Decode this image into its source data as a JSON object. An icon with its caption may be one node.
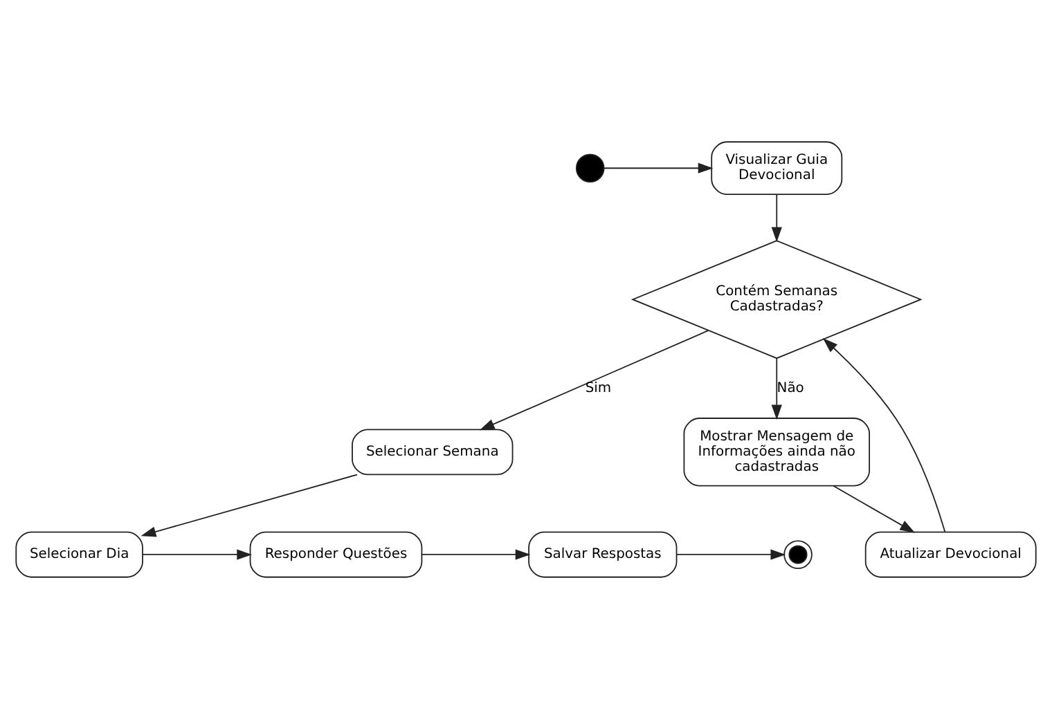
{
  "diagram": {
    "nodes": [
      {
        "text": [],
        "shape": "circle"
      },
      {
        "text": [
          "Visualizar Guia Devocional"
        ]
      },
      {
        "text": [
          "Contém Semanas Cadastradas?"
        ]
      },
      {
        "text": [
          "Selecionar Semana"
        ]
      },
      {
        "text": [
          "Mostrar Mensagem de Informações ainda não cadastradas"
        ]
      },
      {
        "text": [
          "Atualizar Devocional"
        ]
      },
      {
        "text": [
          "Selecionar Dia"
        ]
      },
      {
        "text": [
          "Responder Questões"
        ]
      },
      {
        "text": [
          "Salvar Respostas"
        ]
      },
      {
        "text": [],
        "shape": "circle"
      }
    ],
    "edges": [
      {
        "from": 0,
        "to": 1,
        "arrow": "to"
      },
      {
        "from": 1,
        "to": 2,
        "arrow": "to"
      },
      {
        "from": 2,
        "to": 3,
        "arrow": "to",
        "label": "Sim"
      },
      {
        "from": 2,
        "to": 4,
        "arrow": "to",
        "label": "Não"
      },
      {
        "from": 4,
        "to": 5,
        "arrow": "to"
      },
      {
        "from": 5,
        "to": 2,
        "arrow": "to"
      },
      {
        "from": 3,
        "to": 6,
        "arrow": "to"
      },
      {
        "from": 6,
        "to": 7,
        "arrow": "to"
      },
      {
        "from": 7,
        "to": 8,
        "arrow": "to"
      },
      {
        "from": 8,
        "to": 9,
        "arrow": "to"
      }
    ]
  }
}
